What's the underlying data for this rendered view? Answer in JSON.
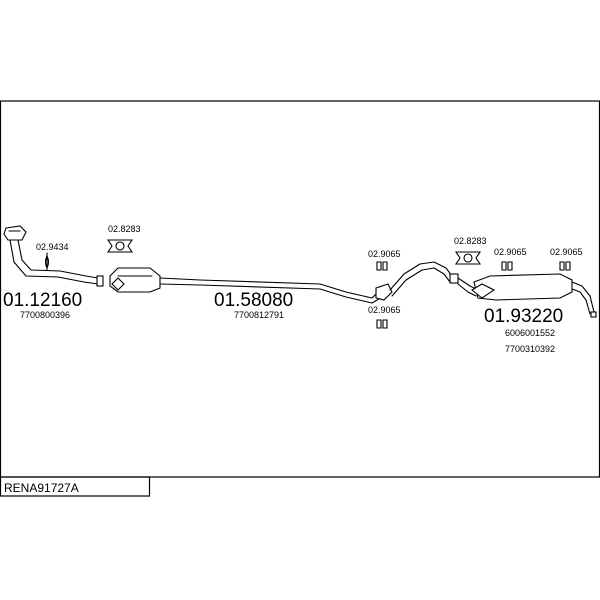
{
  "tag": "RENA91727A",
  "parts": [
    {
      "number": "01.12160",
      "oem": "7700800396"
    },
    {
      "number": "01.58080",
      "oem": "7700812791"
    },
    {
      "number": "01.93220",
      "oem": "6006001552",
      "oem2": "7700310392"
    }
  ],
  "fittings": {
    "clamp_front": "02.9434",
    "gasket_front": "02.8283",
    "gasket_rear": "02.8283",
    "hanger_mid_upper": "02.9065",
    "hanger_mid_lower": "02.9065",
    "hanger_rear_1": "02.9065",
    "hanger_rear_2": "02.9065"
  },
  "colors": {
    "line": "#000000",
    "background": "#ffffff"
  }
}
